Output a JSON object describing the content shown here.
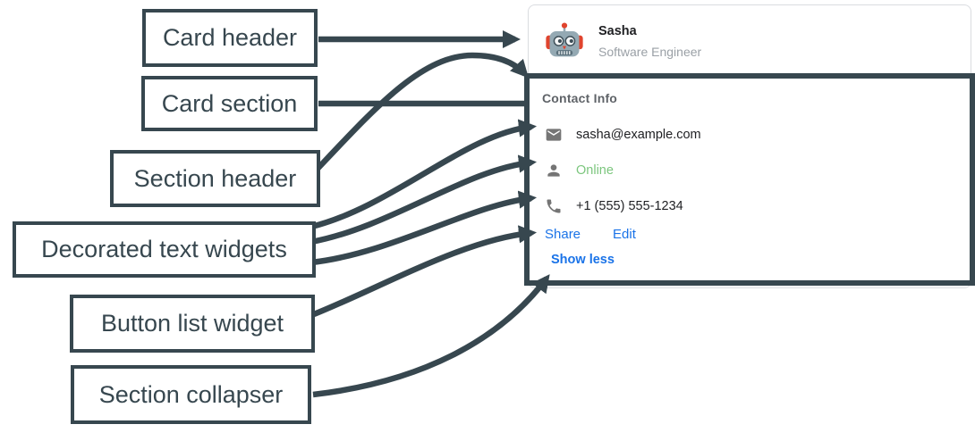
{
  "figure": {
    "description": "Annotated diagram of a contact card UI with callout labels"
  },
  "colors": {
    "annotation_dark": "#37474F",
    "link_blue": "#1a73e8",
    "online_green": "#7CC67E",
    "card_border": "#dadce0",
    "icon_gray": "#757575",
    "subtitle_gray": "#9aa0a6",
    "section_header_gray": "#5f6368",
    "body_text": "#202124"
  },
  "labels": [
    {
      "id": "card-header",
      "text": "Card header"
    },
    {
      "id": "card-section",
      "text": "Card section"
    },
    {
      "id": "section-header",
      "text": "Section header"
    },
    {
      "id": "decorated-text-widgets",
      "text": "Decorated text widgets"
    },
    {
      "id": "button-list-widget",
      "text": "Button list widget"
    },
    {
      "id": "section-collapser",
      "text": "Section collapser"
    }
  ],
  "card": {
    "header": {
      "avatar": "robot-avatar",
      "name": "Sasha",
      "subtitle": "Software Engineer"
    },
    "section": {
      "header": "Contact Info",
      "widgets": [
        {
          "icon": "email-icon",
          "text": "sasha@example.com",
          "status": "default"
        },
        {
          "icon": "person-icon",
          "text": "Online",
          "status": "green"
        },
        {
          "icon": "phone-icon",
          "text": "+1 (555) 555-1234",
          "status": "default"
        }
      ],
      "buttons": [
        "Share",
        "Edit"
      ],
      "collapser": "Show less"
    }
  }
}
